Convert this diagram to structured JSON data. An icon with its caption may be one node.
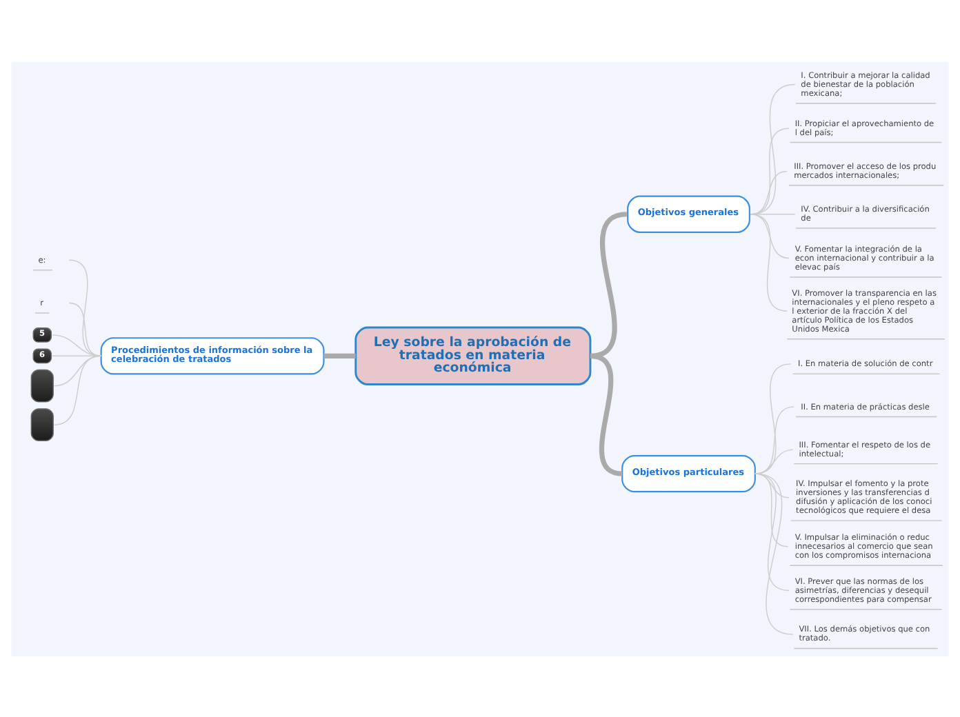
{
  "diagram": {
    "nodes": [
      {
        "text": [
          "Ley sobre la aprobación de tratados en materia económica"
        ]
      },
      {
        "text": [
          "Objetivos generales"
        ]
      },
      {
        "text": [
          "Objetivos particulares"
        ]
      },
      {
        "text": [
          "Procedimientos de información sobre la celebración de tratados"
        ]
      },
      {
        "text": [
          "I. Contribuir a mejorar la calidad de bienestar de la población mexicana;"
        ]
      },
      {
        "text": [
          "II. Propiciar el aprovechamiento de l del país;"
        ]
      },
      {
        "text": [
          "III. Promover el acceso de los produ mercados internacionales;"
        ]
      },
      {
        "text": [
          "IV. Contribuir a la diversificación de"
        ]
      },
      {
        "text": [
          "V. Fomentar la integración de la econ internacional y contribuir a la elevac país"
        ]
      },
      {
        "text": [
          "VI. Promover la transparencia en las internacionales y el pleno respeto a l exterior de la fracción X del artículo Política de los Estados Unidos Mexica"
        ]
      },
      {
        "text": [
          "I. En materia de solución de contr"
        ]
      },
      {
        "text": [
          "II. En materia de prácticas desle"
        ]
      },
      {
        "text": [
          "III. Fomentar el respeto de los de intelectual;"
        ]
      },
      {
        "text": [
          "IV. Impulsar el fomento y la prote inversiones y las transferencias d difusión y aplicación de los conoci tecnológicos que requiere el desa"
        ]
      },
      {
        "text": [
          "V. Impulsar la eliminación o reduc innecesarios al comercio que sean con los compromisos internaciona"
        ]
      },
      {
        "text": [
          "VI. Prever que las normas de los asimetrías, diferencias y desequil correspondientes para compensar"
        ]
      },
      {
        "text": [
          "VII. Los demás objetivos que con tratado."
        ]
      },
      {
        "text": [
          "e:"
        ]
      },
      {
        "text": [
          "r"
        ]
      },
      {
        "text": [
          "5"
        ]
      },
      {
        "text": [
          "6"
        ]
      },
      {
        "text": [],
        "shape": "box"
      },
      {
        "text": [],
        "shape": "box"
      }
    ],
    "edges": [
      {
        "from": 0,
        "to": 1,
        "arrow": "none",
        "style": "thick",
        "color": "#aaaaaa"
      },
      {
        "from": 1,
        "to": 4,
        "arrow": "none"
      },
      {
        "from": 1,
        "to": 5,
        "arrow": "none"
      },
      {
        "from": 1,
        "to": 6,
        "arrow": "none"
      },
      {
        "from": 1,
        "to": 7,
        "arrow": "none"
      },
      {
        "from": 1,
        "to": 8,
        "arrow": "none"
      },
      {
        "from": 1,
        "to": 9,
        "arrow": "none"
      },
      {
        "from": 0,
        "to": 2,
        "arrow": "none",
        "style": "thick",
        "color": "#aaaaaa"
      },
      {
        "from": 2,
        "to": 10,
        "arrow": "none"
      },
      {
        "from": 2,
        "to": 11,
        "arrow": "none"
      },
      {
        "from": 2,
        "to": 12,
        "arrow": "none"
      },
      {
        "from": 2,
        "to": 13,
        "arrow": "none"
      },
      {
        "from": 2,
        "to": 14,
        "arrow": "none"
      },
      {
        "from": 2,
        "to": 15,
        "arrow": "none"
      },
      {
        "from": 2,
        "to": 16,
        "arrow": "none"
      },
      {
        "from": 0,
        "to": 3,
        "arrow": "none",
        "style": "thick",
        "color": "#aaaaaa"
      },
      {
        "from": 3,
        "to": 17,
        "arrow": "none"
      },
      {
        "from": 3,
        "to": 18,
        "arrow": "none"
      },
      {
        "from": 3,
        "to": 19,
        "arrow": "none"
      },
      {
        "from": 3,
        "to": 20,
        "arrow": "none"
      },
      {
        "from": 3,
        "to": 21,
        "arrow": "none"
      },
      {
        "from": 3,
        "to": 22,
        "arrow": "none"
      }
    ]
  }
}
